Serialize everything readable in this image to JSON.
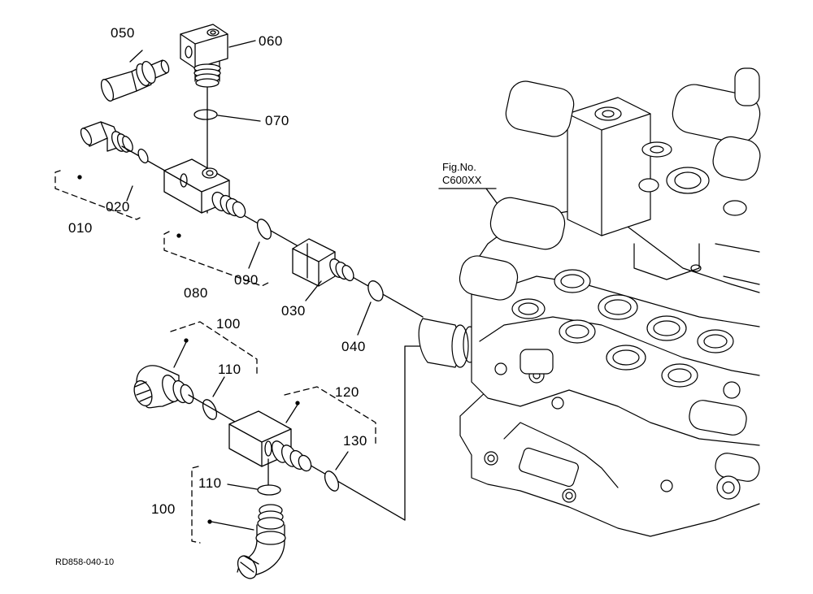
{
  "diagram": {
    "parts": [
      {
        "id": "p010",
        "label": "010"
      },
      {
        "id": "p020",
        "label": "020"
      },
      {
        "id": "p030",
        "label": "030"
      },
      {
        "id": "p040",
        "label": "040"
      },
      {
        "id": "p050",
        "label": "050"
      },
      {
        "id": "p060",
        "label": "060"
      },
      {
        "id": "p070",
        "label": "070"
      },
      {
        "id": "p080",
        "label": "080"
      },
      {
        "id": "p090",
        "label": "090"
      },
      {
        "id": "p100a",
        "label": "100"
      },
      {
        "id": "p100b",
        "label": "100"
      },
      {
        "id": "p110a",
        "label": "110"
      },
      {
        "id": "p110b",
        "label": "110"
      },
      {
        "id": "p120",
        "label": "120"
      },
      {
        "id": "p130",
        "label": "130"
      }
    ],
    "figure_ref": {
      "line1": "Fig.No.",
      "line2": "C600XX"
    },
    "drawing_code": "RD858-040-10"
  }
}
